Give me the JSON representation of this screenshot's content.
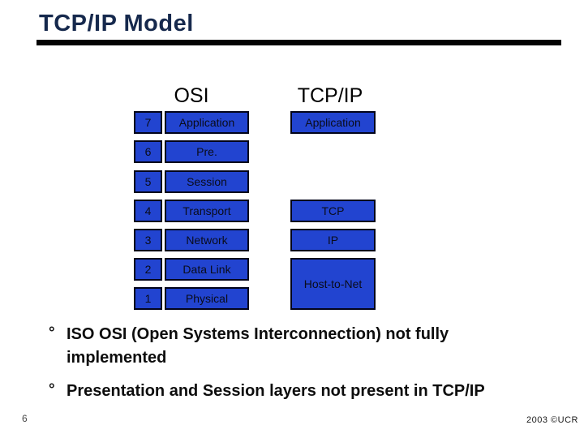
{
  "slide": {
    "title": "TCP/IP Model",
    "page_number": "6",
    "footer_right": "2003 ©UCR"
  },
  "colors": {
    "title_text": "#16294d",
    "rule": "#030303",
    "box_fill": "#2244d0",
    "box_border": "#02041a",
    "box_text": "#0a0c1a"
  },
  "diagram": {
    "osi_header": "OSI",
    "tcpip_header": "TCP/IP",
    "osi_layers": [
      {
        "num": "7",
        "label": "Application"
      },
      {
        "num": "6",
        "label": "Pre."
      },
      {
        "num": "5",
        "label": "Session"
      },
      {
        "num": "4",
        "label": "Transport"
      },
      {
        "num": "3",
        "label": "Network"
      },
      {
        "num": "2",
        "label": "Data Link"
      },
      {
        "num": "1",
        "label": "Physical"
      }
    ],
    "tcpip_layers": [
      {
        "label": "Application",
        "row": 0,
        "span": 1
      },
      {
        "label": "TCP",
        "row": 3,
        "span": 1
      },
      {
        "label": "IP",
        "row": 4,
        "span": 1
      },
      {
        "label": "Host-to-Net",
        "row": 5,
        "span": 2
      }
    ]
  },
  "bullets": [
    {
      "marker": "°",
      "text": "ISO OSI (Open Systems Interconnection) not fully implemented"
    },
    {
      "marker": "°",
      "text": "Presentation and Session layers not present in TCP/IP"
    }
  ]
}
